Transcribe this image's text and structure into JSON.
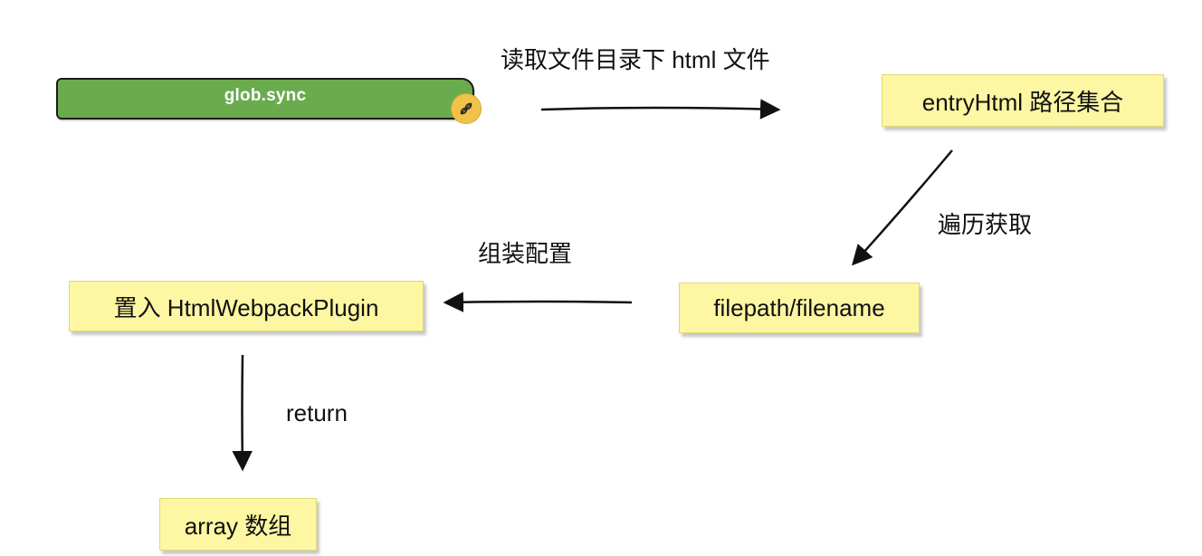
{
  "diagram": {
    "start_node": {
      "label": "glob.sync",
      "icon": "link-icon"
    },
    "edge_labels": {
      "read_files": "读取文件目录下 html 文件",
      "traverse": "遍历获取",
      "assemble": "组装配置",
      "return": "return"
    },
    "nodes": {
      "entry_html": "entryHtml 路径集合",
      "filepath": "filepath/filename",
      "plugin": "置入 HtmlWebpackPlugin",
      "array": "array 数组"
    },
    "colors": {
      "start_fill": "#6aab4e",
      "note_fill": "#fdf6a3",
      "badge_fill": "#f1c24a",
      "stroke": "#111111"
    }
  }
}
